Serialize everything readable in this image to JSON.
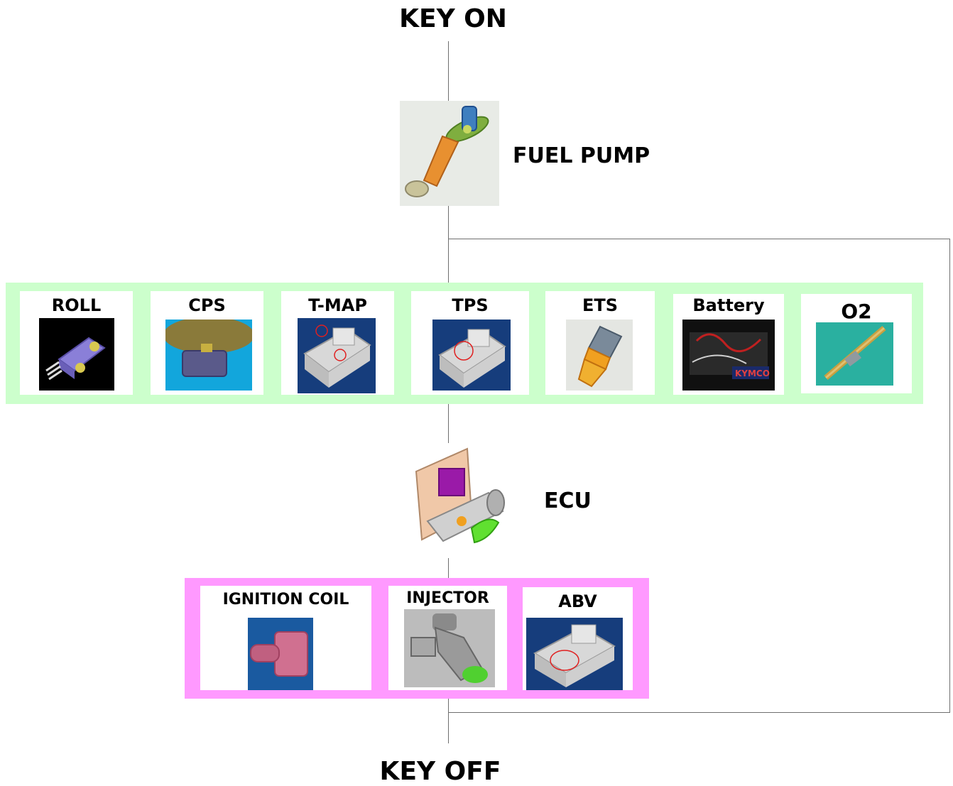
{
  "start": {
    "label": "KEY ON"
  },
  "end": {
    "label": "KEY OFF"
  },
  "fuel_pump": {
    "label": "FUEL PUMP",
    "icon": "fuel-pump-icon"
  },
  "ecu": {
    "label": "ECU",
    "icon": "ecu-throttle-body-icon"
  },
  "sensors": {
    "band_color": "#ccffcc",
    "items": [
      {
        "label": "ROLL",
        "icon": "roll-sensor-icon"
      },
      {
        "label": "CPS",
        "icon": "crank-position-sensor-icon"
      },
      {
        "label": "T-MAP",
        "icon": "t-map-sensor-icon"
      },
      {
        "label": "TPS",
        "icon": "throttle-position-sensor-icon"
      },
      {
        "label": "ETS",
        "icon": "engine-temperature-sensor-icon"
      },
      {
        "label": "Battery",
        "icon": "battery-icon"
      },
      {
        "label": "O2",
        "icon": "oxygen-sensor-icon"
      }
    ]
  },
  "actuators": {
    "band_color": "#ff99ff",
    "items": [
      {
        "label": "IGNITION COIL",
        "icon": "ignition-coil-icon"
      },
      {
        "label": "INJECTOR",
        "icon": "injector-icon"
      },
      {
        "label": "ABV",
        "icon": "abv-valve-icon"
      }
    ]
  },
  "battery_photo_text": "KYMCO"
}
